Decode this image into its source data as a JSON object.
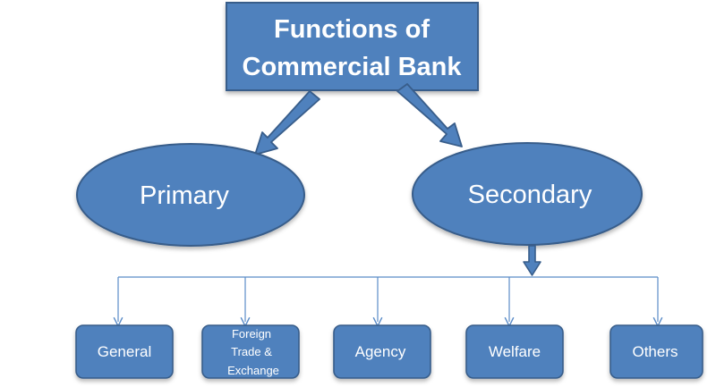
{
  "diagram": {
    "root": {
      "line1": "Functions of",
      "line2": "Commercial Bank"
    },
    "primary": {
      "label": "Primary"
    },
    "secondary": {
      "label": "Secondary"
    },
    "leaves": [
      {
        "lines": [
          "General"
        ]
      },
      {
        "lines": [
          "Foreign",
          "Trade &",
          "Exchange"
        ]
      },
      {
        "lines": [
          "Agency"
        ]
      },
      {
        "lines": [
          "Welfare"
        ]
      },
      {
        "lines": [
          "Others"
        ]
      }
    ]
  },
  "colors": {
    "fill": "#4F81BD",
    "stroke": "#385D8A",
    "connector": "#5B8CC8",
    "text": "#ffffff"
  }
}
